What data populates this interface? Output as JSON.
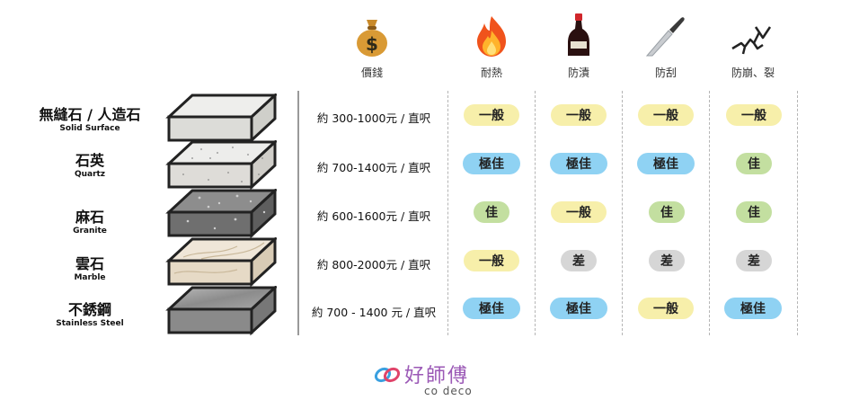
{
  "columns": [
    {
      "label": "價錢",
      "icon": "money-bag-icon"
    },
    {
      "label": "耐熱",
      "icon": "fire-icon"
    },
    {
      "label": "防漬",
      "icon": "soy-sauce-bottle-icon"
    },
    {
      "label": "防刮",
      "icon": "kitchen-knife-icon"
    },
    {
      "label": "防崩、裂",
      "icon": "crack-icon"
    }
  ],
  "rows": [
    {
      "name_zh": "無縫石 / 人造石",
      "name_en": "Solid Surface",
      "price": "約 300-1000元 / 直呎",
      "ratings": [
        "一般",
        "一般",
        "一般",
        "一般"
      ],
      "levels": [
        "normal",
        "normal",
        "normal",
        "normal"
      ]
    },
    {
      "name_zh": "石英",
      "name_en": "Quartz",
      "price": "約 700-1400元 / 直呎",
      "ratings": [
        "極佳",
        "極佳",
        "極佳",
        "佳"
      ],
      "levels": [
        "excellent",
        "excellent",
        "excellent",
        "good"
      ]
    },
    {
      "name_zh": "麻石",
      "name_en": "Granite",
      "price": "約 600-1600元 / 直呎",
      "ratings": [
        "佳",
        "一般",
        "佳",
        "佳"
      ],
      "levels": [
        "good",
        "normal",
        "good",
        "good"
      ]
    },
    {
      "name_zh": "雲石",
      "name_en": "Marble",
      "price": "約 800-2000元 / 直呎",
      "ratings": [
        "一般",
        "差",
        "差",
        "差"
      ],
      "levels": [
        "normal",
        "poor",
        "poor",
        "poor"
      ]
    },
    {
      "name_zh": "不銹鋼",
      "name_en": "Stainless Steel",
      "price": "約 700 - 1400 元 / 直呎",
      "ratings": [
        "極佳",
        "極佳",
        "一般",
        "極佳"
      ],
      "levels": [
        "excellent",
        "excellent",
        "normal",
        "excellent"
      ]
    }
  ],
  "legend_colors": {
    "normal": "#f7efaa",
    "excellent": "#8fd2f3",
    "good": "#c3dfa0",
    "poor": "#d6d6d6"
  },
  "logo": {
    "brand": "好師傅",
    "sub": "co deco"
  }
}
